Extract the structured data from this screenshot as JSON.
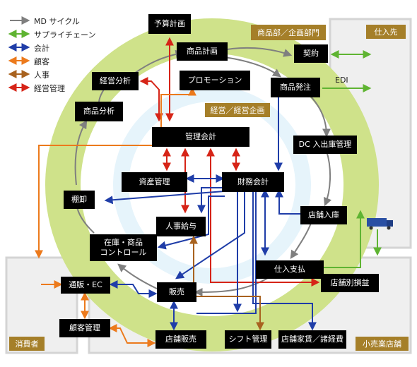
{
  "legend": [
    {
      "label": "MD サイクル",
      "color": "#7f7f7f"
    },
    {
      "label": "サプライチェーン",
      "color": "#5fb432"
    },
    {
      "label": "会計",
      "color": "#1f3da8"
    },
    {
      "label": "顧客",
      "color": "#ec7a1c"
    },
    {
      "label": "人事",
      "color": "#a8621f"
    },
    {
      "label": "経営管理",
      "color": "#d62417"
    }
  ],
  "sections": {
    "merch": "商品部／企画部門",
    "mgmt": "経営／経営企画",
    "supplier": "仕入先",
    "consumer": "消費者",
    "retail": "小売業店舗"
  },
  "nodes": {
    "budget": "予算計画",
    "item_plan": "商品計画",
    "contract": "契約",
    "order": "商品発注",
    "analysis": "経営分析",
    "promo": "プロモーション",
    "product_analysis": "商品分析",
    "mgmt_acct": "管理会計",
    "dc": "DC 入出庫管理",
    "asset": "資産管理",
    "fin_acct": "財務会計",
    "inventory": "棚卸",
    "hr_pay": "人事給与",
    "store_receive": "店舗入庫",
    "stock_ctrl_1": "在庫・商品",
    "stock_ctrl_2": "コントロール",
    "purchase_pay": "仕入支払",
    "ec": "通販・EC",
    "sales": "販売",
    "store_pl": "店舗別損益",
    "customer_mgmt": "顧客管理",
    "store_sales": "店舗販売",
    "shift": "シフト管理",
    "store_costs": "店舗家賃／諸経費"
  },
  "edi": "EDI"
}
